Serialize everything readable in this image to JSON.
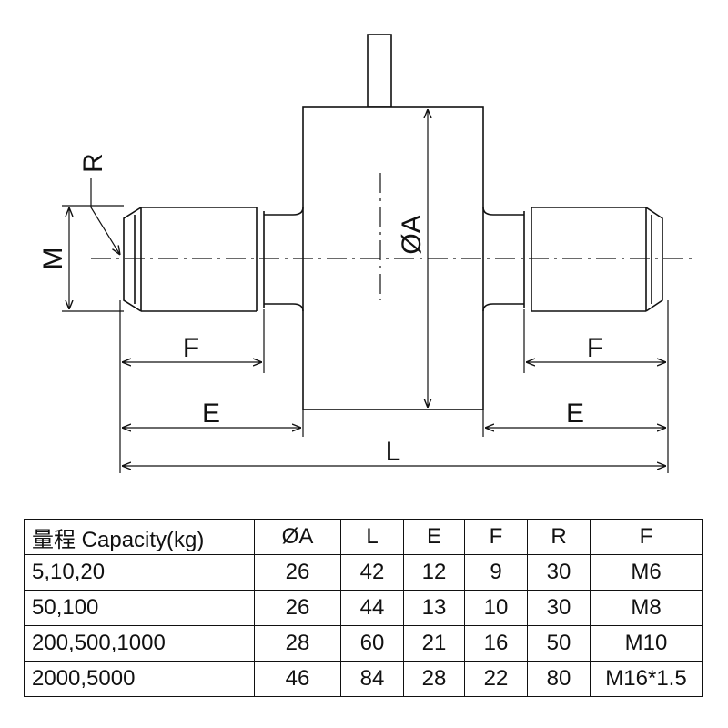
{
  "drawing": {
    "labels": {
      "R": "R",
      "M": "M",
      "F_left": "F",
      "F_right": "F",
      "E_left": "E",
      "E_right": "E",
      "L": "L",
      "A": "ØA"
    }
  },
  "table": {
    "headers": [
      "量程 Capacity(kg)",
      "ØA",
      "L",
      "E",
      "F",
      "R",
      "F"
    ],
    "rows": [
      [
        "5,10,20",
        "26",
        "42",
        "12",
        "9",
        "30",
        "M6"
      ],
      [
        "50,100",
        "26",
        "44",
        "13",
        "10",
        "30",
        "M8"
      ],
      [
        "200,500,1000",
        "28",
        "60",
        "21",
        "16",
        "50",
        "M10"
      ],
      [
        "2000,5000",
        "46",
        "84",
        "28",
        "22",
        "80",
        "M16*1.5"
      ]
    ]
  }
}
